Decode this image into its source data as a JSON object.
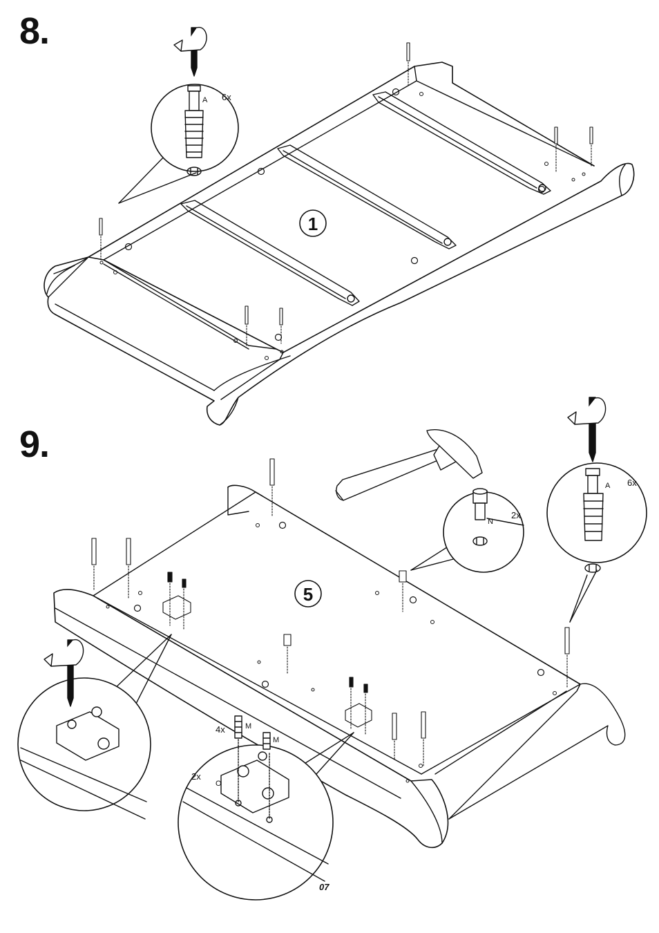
{
  "steps": [
    {
      "number": "8.",
      "panel_id": "1",
      "callout": {
        "part": "A",
        "quantity": "6x"
      }
    },
    {
      "number": "9.",
      "panel_id": "5",
      "callouts": [
        {
          "part": "A",
          "quantity": "6x"
        },
        {
          "part": "N",
          "quantity": "2x"
        },
        {
          "part": "M",
          "quantity": "4x"
        },
        {
          "part": "M"
        },
        {
          "part": "O",
          "quantity": "2x"
        }
      ]
    }
  ],
  "page_number": "07",
  "colors": {
    "line": "#111111",
    "background": "#ffffff",
    "shade": "#9a9a9a"
  },
  "icons": [
    "screwdriver-rotate-icon",
    "wooden-dowel-icon",
    "hammer-icon",
    "hinge-plate-icon",
    "screw-icon"
  ]
}
